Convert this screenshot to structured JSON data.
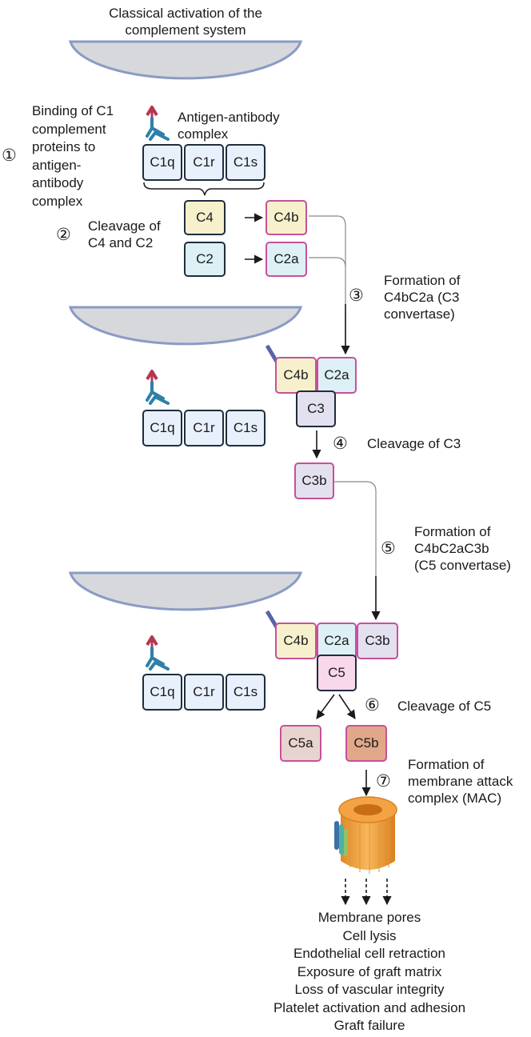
{
  "title": "Classical activation of the complement system",
  "title_lines": [
    "Classical activation of the",
    "complement system"
  ],
  "step_markers": [
    "①",
    "②",
    "③",
    "④",
    "⑤",
    "⑥",
    "⑦"
  ],
  "steps": {
    "s1_lines": [
      "Binding of C1",
      "complement",
      "proteins to",
      "antigen-",
      "antibody",
      "complex"
    ],
    "s2_lines": [
      "Cleavage of",
      "C4 and C2"
    ],
    "s3_lines": [
      "Formation of",
      "C4bC2a (C3",
      "convertase)"
    ],
    "s4": "Cleavage of C3",
    "s5_lines": [
      "Formation of",
      "C4bC2aC3b",
      "(C5 convertase)"
    ],
    "s6": "Cleavage of C5",
    "s7_lines": [
      "Formation of",
      "membrane attack",
      "complex (MAC)"
    ]
  },
  "antigen_label_lines": [
    "Antigen-antibody",
    "complex"
  ],
  "c1_complex": [
    "C1q",
    "C1r",
    "C1s"
  ],
  "proteins": {
    "c4": "C4",
    "c2": "C2",
    "c4b": "C4b",
    "c2a": "C2a",
    "c3": "C3",
    "c3b": "C3b",
    "c5": "C5",
    "c5a": "C5a",
    "c5b": "C5b"
  },
  "outcomes": [
    "Membrane pores",
    "Cell lysis",
    "Endothelial cell retraction",
    "Exposure of graft matrix",
    "Loss of vascular integrity",
    "Platelet activation and adhesion",
    "Graft failure"
  ],
  "colors": {
    "cell": "#d7d8dc",
    "cell_border": "#8a9bc4",
    "antibody": "#2f7fa8",
    "antigen": "#b5364f",
    "pink_border": "#c8509a",
    "dark_border": "#1f2d3d"
  }
}
